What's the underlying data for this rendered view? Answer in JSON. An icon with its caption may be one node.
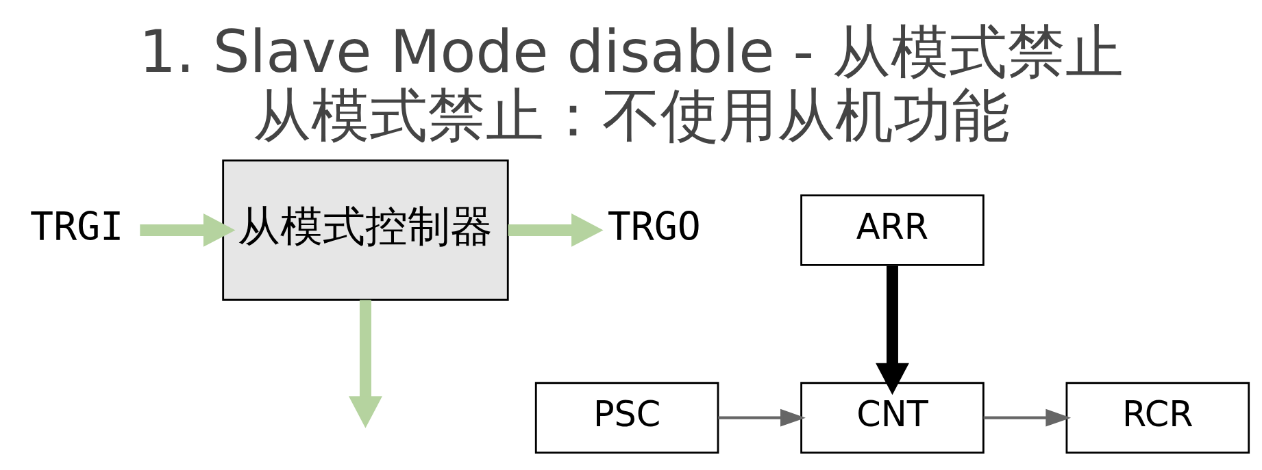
{
  "diagram": {
    "title": "1. Slave Mode disable - 从模式禁止",
    "caption": "从模式禁止：不使用从机功能",
    "nodes": [
      {
        "text": [
          "TRGI"
        ]
      },
      {
        "text": [
          "从模式控制器"
        ]
      },
      {
        "text": [
          "TRGO"
        ]
      },
      {
        "text": [
          "ARR"
        ]
      },
      {
        "text": [
          "PSC"
        ]
      },
      {
        "text": [
          "CNT"
        ]
      },
      {
        "text": [
          "RCR"
        ]
      }
    ],
    "edges": [
      {
        "from": 0,
        "to": 1,
        "arrow": "to"
      },
      {
        "from": 1,
        "to": 2,
        "arrow": "to"
      },
      {
        "from": 1,
        "to": null,
        "arrow": "to"
      },
      {
        "from": 3,
        "to": 5,
        "arrow": "to",
        "color": "#000000"
      },
      {
        "from": 4,
        "to": 5,
        "arrow": "to",
        "color": "#666666"
      },
      {
        "from": 5,
        "to": 6,
        "arrow": "to",
        "color": "#666666"
      }
    ]
  }
}
